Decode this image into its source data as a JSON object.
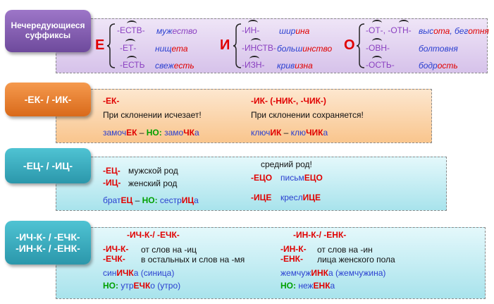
{
  "tags": {
    "t1": "Нечередующиеся суффиксы",
    "t2": "-ЕК- / -ИК-",
    "t3": "-ЕЦ- / -ИЦ-",
    "t4": "-ИЧ-К- / -ЕЧК- -ИН-К- / -ЕНК-"
  },
  "row1": {
    "e": "Е",
    "e_suffixes": [
      "-ЕСТВ-",
      "-ЕТ-",
      "-ЕСТЬ"
    ],
    "e_examples": [
      [
        "муж",
        "ество"
      ],
      [
        "нищ",
        "ета"
      ],
      [
        "свеж",
        "есть"
      ]
    ],
    "i": "И",
    "i_suffixes": [
      "-ИН-",
      "-ИНСТВ-",
      "-ИЗН-"
    ],
    "i_examples": [
      [
        "шир",
        "ина"
      ],
      [
        "больш",
        "инство"
      ],
      [
        "крив",
        "изна"
      ]
    ],
    "o": "О",
    "o_suffixes": [
      "-ОТ-, -ОТН-",
      "-ОВН-",
      "-ОСТЬ-"
    ],
    "o_examples": [
      [
        "выс",
        "ота",
        ", бег",
        "отня"
      ],
      [
        "болт",
        "овня",
        "",
        " "
      ],
      [
        "бодр",
        "ость",
        "",
        " "
      ]
    ]
  },
  "row2": {
    "ek": "-ЕК-",
    "ek_rule": "При склонении исчезает!",
    "ek_ex": [
      "замоч",
      "ЕК",
      " – ",
      "НО:",
      " замо",
      "ЧК",
      "а"
    ],
    "ik": "-ИК- (-НИК-, -ЧИК-)",
    "ik_rule": "При склонении сохраняется!",
    "ik_ex": [
      "ключ",
      "ИК",
      " – ",
      "клю",
      "ЧИК",
      "а"
    ]
  },
  "row3": {
    "ec": "-ЕЦ-",
    "ec_rule": "мужской род",
    "ic": "-ИЦ-",
    "ic_rule": "женский род",
    "ex": [
      "брат",
      "ЕЦ",
      " – ",
      "НО:",
      " сестр",
      "ИЦ",
      "а"
    ],
    "neuter": "средний род!",
    "eco": "-ЕЦО",
    "eco_ex": [
      "письм",
      "ЕЦО"
    ],
    "ice": "-ИЦЕ",
    "ice_ex": [
      "кресл",
      "ИЦЕ"
    ]
  },
  "row4": {
    "h1": "-ИЧ-К-/ -ЕЧК-",
    "h2": "-ИН-К-/ -ЕНК-",
    "ichk": "-ИЧ-К-",
    "ichk_rule": "от слов на -иц",
    "echk": "-ЕЧК-",
    "echk_rule": "в остальных и слов на -мя",
    "ex1": [
      "син",
      "ИЧК",
      "а",
      " (синица)"
    ],
    "no1": [
      "НО:",
      " утр",
      "ЕЧК",
      "о (утро)"
    ],
    "ink": "-ИН-К-",
    "ink_rule": "от слов на -ин",
    "enk": "-ЕНК-",
    "enk_rule": "лица женского пола",
    "ex2": [
      "жемчуж",
      "ИНК",
      "а",
      " (жемчужина)"
    ],
    "no2": [
      "НО:",
      " неж",
      "ЕНК",
      "а"
    ]
  }
}
